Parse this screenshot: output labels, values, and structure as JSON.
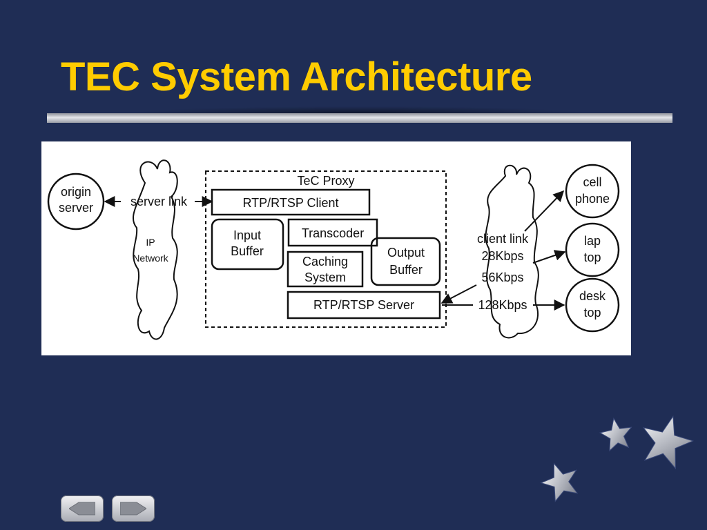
{
  "slide": {
    "title": "TEC System Architecture"
  },
  "diagram": {
    "origin_server": [
      "origin",
      "server"
    ],
    "server_link": "server link",
    "ip_network": [
      "IP",
      "Network"
    ],
    "proxy_title": "TeC Proxy",
    "rtp_client": "RTP/RTSP Client",
    "input_buffer": [
      "Input",
      "Buffer"
    ],
    "transcoder": "Transcoder",
    "caching_system": [
      "Caching",
      "System"
    ],
    "output_buffer": [
      "Output",
      "Buffer"
    ],
    "rtp_server": "RTP/RTSP Server",
    "client_link": "client link",
    "rates": [
      "28Kbps",
      "56Kbps",
      "128Kbps"
    ],
    "cell_phone": [
      "cell",
      "phone"
    ],
    "lap_top": [
      "lap",
      "top"
    ],
    "desk_top": [
      "desk",
      "top"
    ]
  },
  "navigation": {
    "prev_icon": "prev-arrow-icon",
    "next_icon": "next-arrow-icon"
  },
  "decoration": {
    "star_icon": "star-icon",
    "colors": {
      "background": "#1f2d55",
      "title": "#ffcc00"
    }
  }
}
